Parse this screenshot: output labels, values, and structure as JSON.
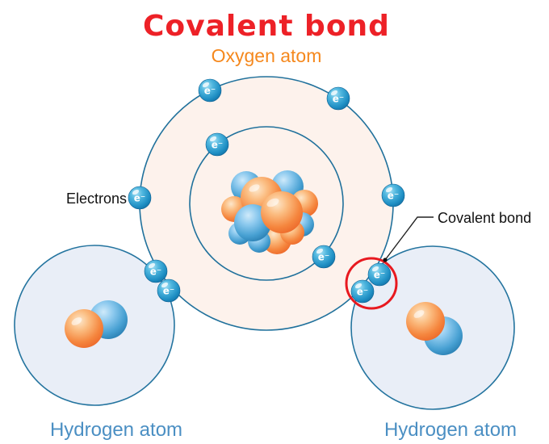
{
  "title": "Covalent bond",
  "subtitle": "Oxygen atom",
  "labels": {
    "electrons": "Electrons",
    "covalent_bond": "Covalent bond",
    "electron_symbol": "e⁻",
    "hydrogen_left": "Hydrogen atom",
    "hydrogen_right": "Hydrogen atom"
  },
  "colors": {
    "title": "#ed2127",
    "subtitle": "#f5881d",
    "hydrogen_label": "#4b8fc3",
    "annotation": "#111111",
    "shell_stroke": "#20719c",
    "oxygen_fill": "#fdf2ec",
    "hydrogen_fill": "#e9eef7",
    "electron": "#1f8fc4",
    "nucleus_orange": "#f5813a",
    "nucleus_blue": "#3f97cc",
    "bond_circle": "#e8191f"
  }
}
